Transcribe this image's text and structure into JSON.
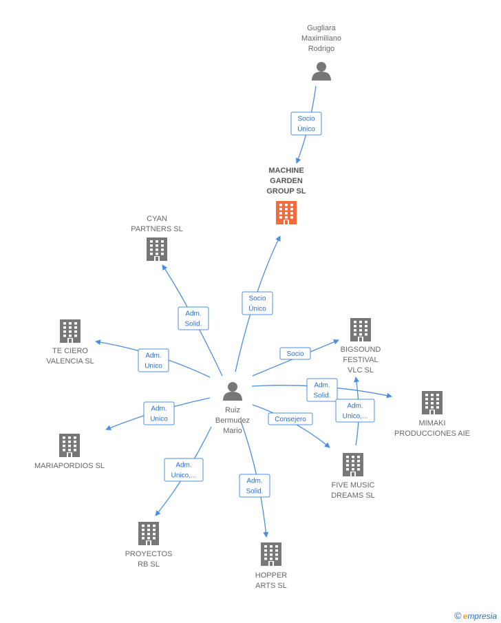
{
  "colors": {
    "edge": "#4a8ee0",
    "company": "#777777",
    "focus_company": "#f26a3d",
    "person": "#777777"
  },
  "nodes": [
    {
      "id": "gugliara",
      "kind": "person",
      "label": [
        "Gugliara",
        "Maximiliano",
        "Rodrigo"
      ]
    },
    {
      "id": "machine",
      "kind": "company",
      "focus": true,
      "label": [
        "MACHINE",
        "GARDEN",
        "GROUP  SL"
      ]
    },
    {
      "id": "cyan",
      "kind": "company",
      "label": [
        "CYAN",
        "PARTNERS  SL"
      ]
    },
    {
      "id": "teciero",
      "kind": "company",
      "label": [
        "TE CIERO",
        "VALENCIA SL"
      ]
    },
    {
      "id": "bigsound",
      "kind": "company",
      "label": [
        "BIGSOUND",
        "FESTIVAL",
        "VLC  SL"
      ]
    },
    {
      "id": "ruiz",
      "kind": "person",
      "label": [
        "Ruiz",
        "Bermudez",
        "Mario"
      ]
    },
    {
      "id": "mimaki",
      "kind": "company",
      "label": [
        "MIMAKI",
        "PRODUCCIONES AIE"
      ]
    },
    {
      "id": "mariapordios",
      "kind": "company",
      "label": [
        "MARIAPORDIOS SL"
      ]
    },
    {
      "id": "fivemusic",
      "kind": "company",
      "label": [
        "FIVE MUSIC",
        "DREAMS  SL"
      ]
    },
    {
      "id": "proyectos",
      "kind": "company",
      "label": [
        "PROYECTOS",
        "RB  SL"
      ]
    },
    {
      "id": "hopper",
      "kind": "company",
      "label": [
        "HOPPER",
        "ARTS  SL"
      ]
    }
  ],
  "edges": [
    {
      "from": "gugliara",
      "to": "machine",
      "label": [
        "Socio",
        "Único"
      ]
    },
    {
      "from": "ruiz",
      "to": "machine",
      "label": [
        "Socio",
        "Único"
      ]
    },
    {
      "from": "ruiz",
      "to": "cyan",
      "label": [
        "Adm.",
        "Solid."
      ]
    },
    {
      "from": "ruiz",
      "to": "teciero",
      "label": [
        "Adm.",
        "Unico"
      ]
    },
    {
      "from": "ruiz",
      "to": "bigsound",
      "label": [
        "Socio"
      ]
    },
    {
      "from": "ruiz",
      "to": "mimaki",
      "label": [
        "Adm.",
        "Solid."
      ]
    },
    {
      "from": "fivemusic",
      "to": "bigsound",
      "label": [
        "Adm.",
        "Unico,..."
      ]
    },
    {
      "from": "ruiz",
      "to": "fivemusic",
      "label": [
        "Consejero"
      ]
    },
    {
      "from": "ruiz",
      "to": "mariapordios",
      "label": [
        "Adm.",
        "Unico"
      ]
    },
    {
      "from": "ruiz",
      "to": "proyectos",
      "label": [
        "Adm.",
        "Unico,..."
      ]
    },
    {
      "from": "ruiz",
      "to": "hopper",
      "label": [
        "Adm.",
        "Solid."
      ]
    }
  ],
  "footer": {
    "copyright": "©",
    "brand_initial": "e",
    "brand_rest": "mpresia"
  }
}
